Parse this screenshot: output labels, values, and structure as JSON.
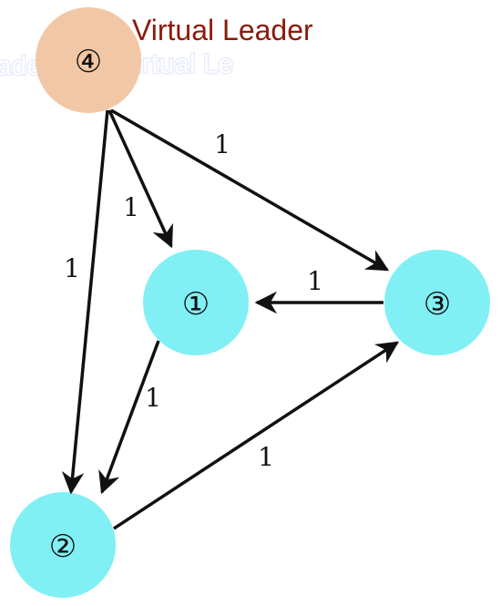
{
  "leader_label": "Virtual Leader",
  "ghost_text": {
    "left": "ader",
    "right": "Virtual Le"
  },
  "colors": {
    "follower_fill": "#80f0f4",
    "leader_fill": "#f2c7a5",
    "edge": "#111111",
    "leader_text": "#8b1a0a"
  },
  "nodes": [
    {
      "id": "n1",
      "label": "①",
      "role": "follower"
    },
    {
      "id": "n2",
      "label": "②",
      "role": "follower"
    },
    {
      "id": "n3",
      "label": "③",
      "role": "follower"
    },
    {
      "id": "n4",
      "label": "④",
      "role": "leader"
    }
  ],
  "edges": [
    {
      "from": "n4",
      "to": "n1",
      "weight": "1"
    },
    {
      "from": "n4",
      "to": "n2",
      "weight": "1"
    },
    {
      "from": "n4",
      "to": "n3",
      "weight": "1"
    },
    {
      "from": "n3",
      "to": "n1",
      "weight": "1"
    },
    {
      "from": "n1",
      "to": "n2",
      "weight": "1"
    },
    {
      "from": "n2",
      "to": "n3",
      "weight": "1"
    }
  ]
}
